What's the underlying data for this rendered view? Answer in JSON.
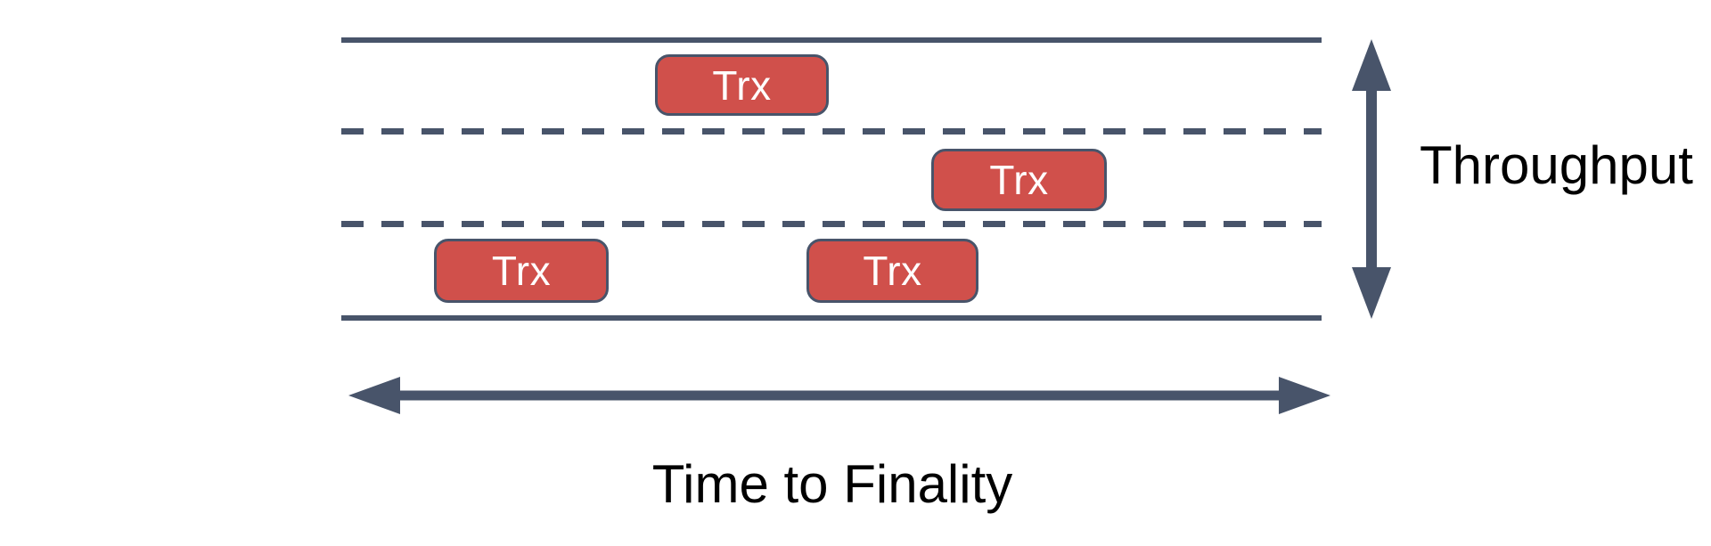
{
  "colors": {
    "line": "#48546A",
    "box_fill": "#D0504B",
    "box_text": "#FFFFFF",
    "label_text": "#000000"
  },
  "road": {
    "lane_count": 3
  },
  "transactions": [
    {
      "label": "Trx",
      "lane": 1
    },
    {
      "label": "Trx",
      "lane": 2
    },
    {
      "label": "Trx",
      "lane": 3
    },
    {
      "label": "Trx",
      "lane": 3
    }
  ],
  "labels": {
    "vertical_axis": "Throughput",
    "horizontal_axis": "Time to Finality"
  }
}
